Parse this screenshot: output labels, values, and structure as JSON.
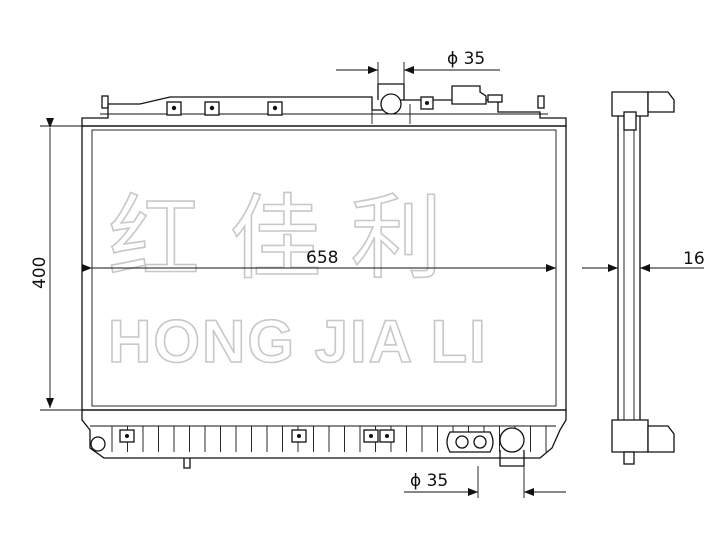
{
  "dimensions": {
    "width": "658",
    "height": "400",
    "inlet_diameter": "ϕ 35",
    "outlet_diameter": "ϕ 35",
    "core_thickness": "16"
  },
  "watermark": {
    "chinese": "红 佳 利",
    "latin": "HONG JIA LI"
  }
}
